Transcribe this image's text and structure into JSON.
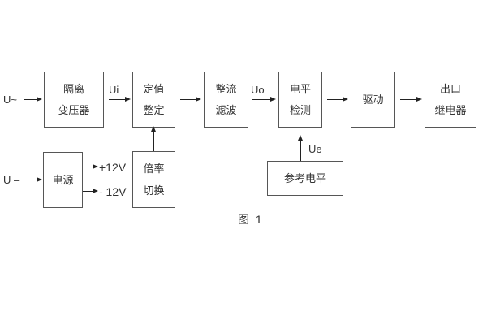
{
  "diagram": {
    "caption": "图 1",
    "blocks": {
      "isolation": {
        "line1": "隔离",
        "line2": "变压器"
      },
      "setpoint": {
        "line1": "定值",
        "line2": "整定"
      },
      "rectifier": {
        "line1": "整流",
        "line2": "滤波"
      },
      "level": {
        "line1": "电平",
        "line2": "检测"
      },
      "drive": {
        "line1": "驱动"
      },
      "relay": {
        "line1": "出口",
        "line2": "继电器"
      },
      "power": {
        "line1": "电源"
      },
      "multiplier": {
        "line1": "倍率",
        "line2": "切换"
      },
      "reference": {
        "line1": "参考电平"
      }
    },
    "signals": {
      "u_ac": "U~",
      "u_dc": "U –",
      "ui": "Ui",
      "uo": "Uo",
      "ue": "Ue",
      "plus_12v": "+12V",
      "minus_12v": "- 12V"
    },
    "colors": {
      "background": "#ffffff",
      "box_border": "#565656",
      "text": "#333333",
      "arrow": "#222222"
    }
  }
}
